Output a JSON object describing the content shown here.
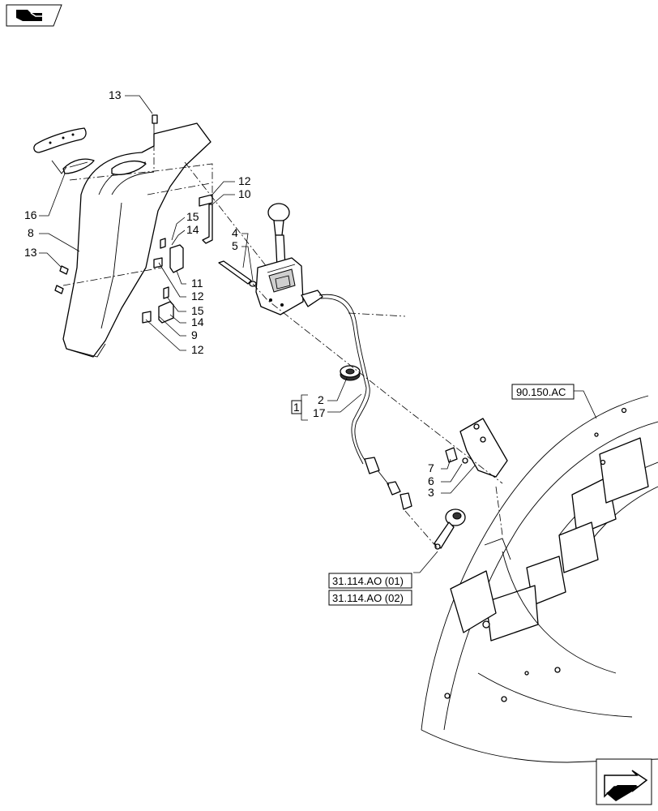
{
  "callouts": {
    "c13_top": "13",
    "c12_a": "12",
    "c10": "10",
    "c15_a": "15",
    "c14_a": "14",
    "c16": "16",
    "c8": "8",
    "c13_left": "13",
    "c11": "11",
    "c12_b": "12",
    "c15_b": "15",
    "c14_b": "14",
    "c9": "9",
    "c12_c": "12",
    "c4": "4",
    "c5": "5",
    "c1": "1",
    "c2": "2",
    "c17": "17",
    "c7": "7",
    "c6": "6",
    "c3": "3"
  },
  "references": {
    "ref_90_150_ac": "90.150.AC",
    "ref_31_114_ao_01": "31.114.AO (01)",
    "ref_31_114_ao_02": "31.114.AO (02)"
  },
  "icons": {
    "top_left": "book-hand-icon",
    "bottom_right": "next-page-arrow-icon"
  }
}
